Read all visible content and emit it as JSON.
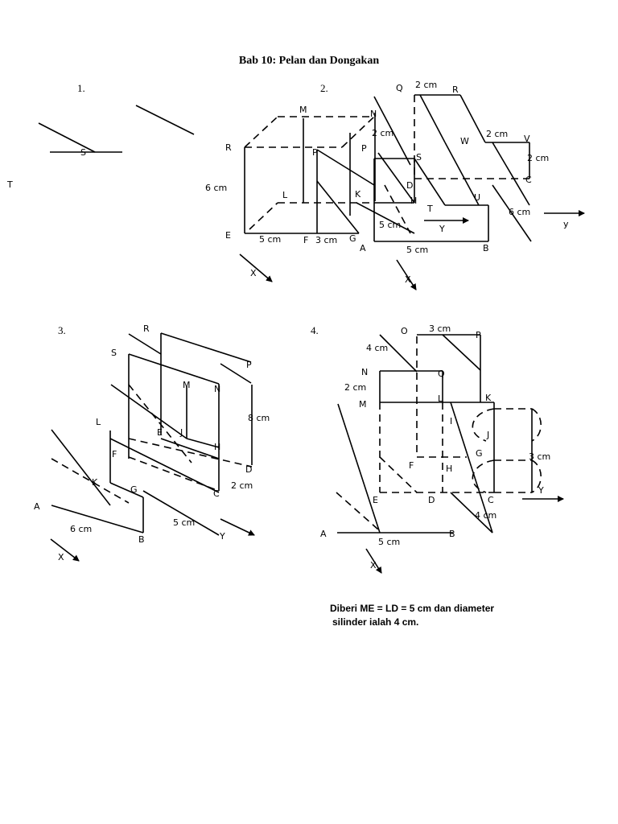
{
  "title": "Bab 10: Pelan dan Dongakan",
  "questions": [
    "1.",
    "2.",
    "3.",
    "4."
  ],
  "note": [
    "Diberi ME = LD = 5 cm dan diameter",
    "silinder ialah 4 cm."
  ],
  "fig1": {
    "labels": [
      "S",
      "T"
    ]
  },
  "fig2": {
    "labels": [
      "Q",
      "2 cm",
      "R",
      "M",
      "N",
      "2 cm",
      "W",
      "2 cm",
      "V",
      "2 cm",
      "R",
      "P",
      "P",
      "S",
      "C",
      "6 cm",
      "L",
      "K",
      "D",
      "H",
      "T",
      "U",
      "6 cm",
      "y",
      "5 cm",
      "Y",
      "E",
      "5 cm",
      "F",
      "3 cm",
      "G",
      "A",
      "5 cm",
      "B",
      "X",
      "X"
    ]
  },
  "fig3": {
    "labels": [
      "R",
      "S",
      "P",
      "M",
      "N",
      "8 cm",
      "L",
      "E",
      "J",
      "H",
      "F",
      "D",
      "K",
      "G",
      "2 cm",
      "C",
      "A",
      "5 cm",
      "6 cm",
      "B",
      "Y",
      "X"
    ]
  },
  "fig4": {
    "labels": [
      "O",
      "3 cm",
      "P",
      "4 cm",
      "N",
      "Q",
      "2 cm",
      "M",
      "L",
      "K",
      "I",
      "J",
      "G",
      "F",
      "H",
      "3 cm",
      "E",
      "D",
      "C",
      "Y",
      "4 cm",
      "A",
      "B",
      "5 cm",
      "X"
    ]
  }
}
